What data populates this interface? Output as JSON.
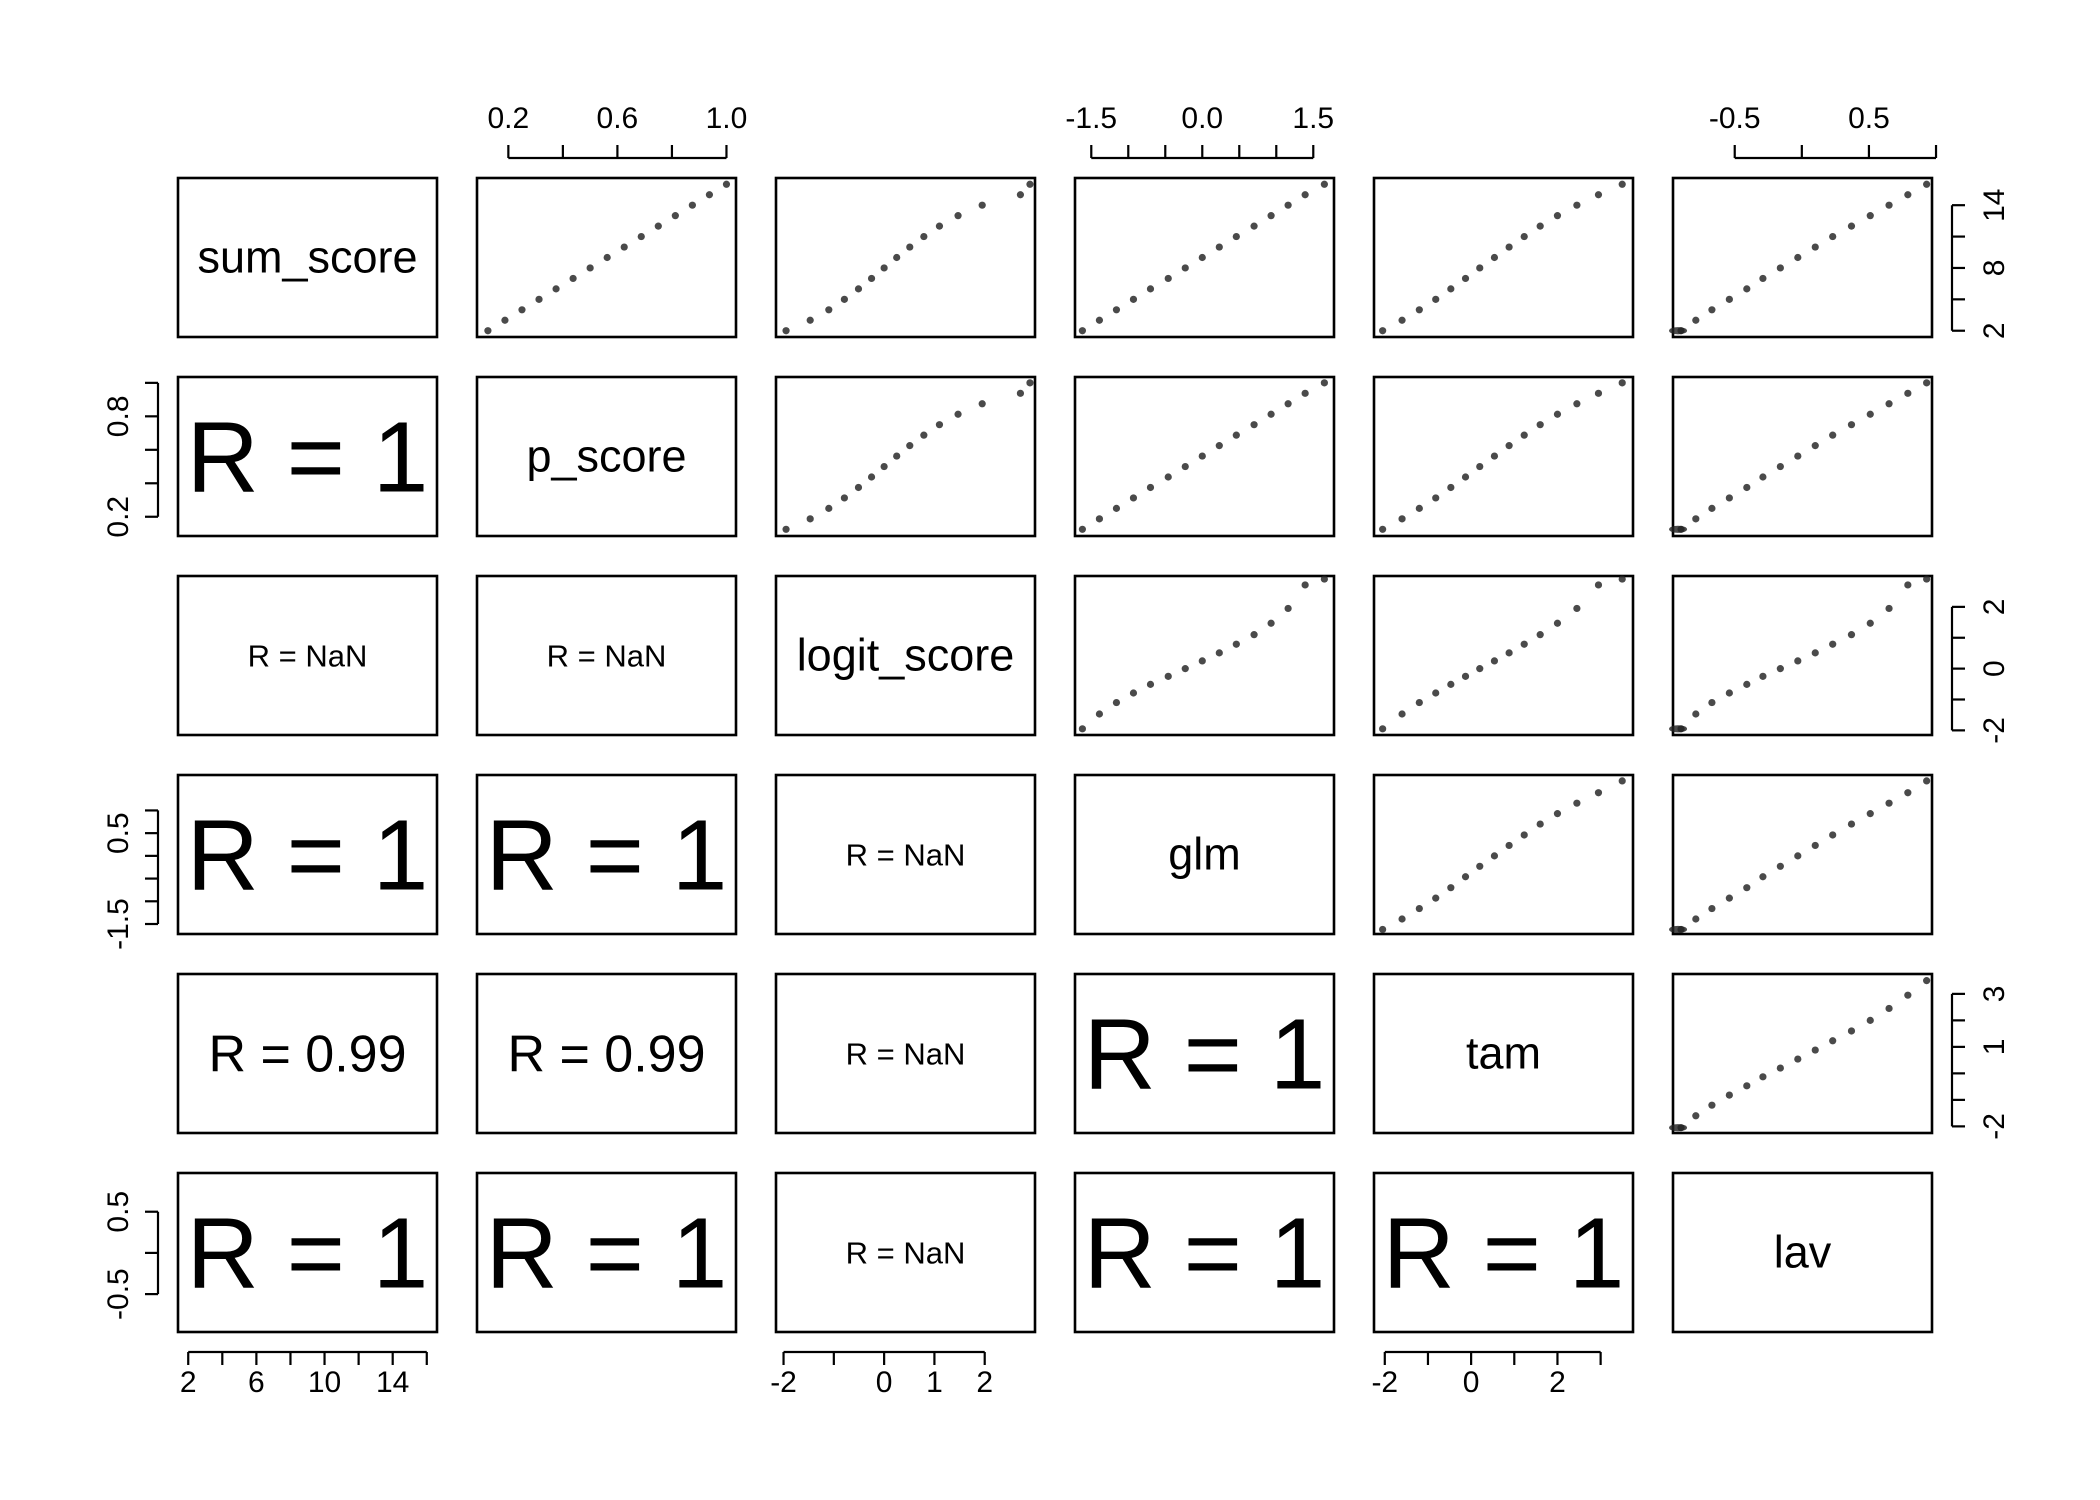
{
  "chart_data": {
    "type": "scatter",
    "kind": "pairs-matrix",
    "variables": [
      "sum_score",
      "p_score",
      "logit_score",
      "glm",
      "tam",
      "lav"
    ],
    "lower_panel_text": [
      {
        "row": 1,
        "col": 0,
        "text": "R = 1",
        "size": "large"
      },
      {
        "row": 2,
        "col": 0,
        "text": "R = NaN",
        "size": "small"
      },
      {
        "row": 2,
        "col": 1,
        "text": "R = NaN",
        "size": "small"
      },
      {
        "row": 3,
        "col": 0,
        "text": "R = 1",
        "size": "large"
      },
      {
        "row": 3,
        "col": 1,
        "text": "R = 1",
        "size": "large"
      },
      {
        "row": 3,
        "col": 2,
        "text": "R = NaN",
        "size": "small"
      },
      {
        "row": 4,
        "col": 0,
        "text": "R = 0.99",
        "size": "medium"
      },
      {
        "row": 4,
        "col": 1,
        "text": "R = 0.99",
        "size": "medium"
      },
      {
        "row": 4,
        "col": 2,
        "text": "R = NaN",
        "size": "small"
      },
      {
        "row": 4,
        "col": 3,
        "text": "R = 1",
        "size": "large"
      },
      {
        "row": 5,
        "col": 0,
        "text": "R = 1",
        "size": "large"
      },
      {
        "row": 5,
        "col": 1,
        "text": "R = 1",
        "size": "large"
      },
      {
        "row": 5,
        "col": 2,
        "text": "R = NaN",
        "size": "small"
      },
      {
        "row": 5,
        "col": 3,
        "text": "R = 1",
        "size": "large"
      },
      {
        "row": 5,
        "col": 4,
        "text": "R = 1",
        "size": "large"
      }
    ],
    "axes": [
      {
        "var": "sum_score",
        "side": "bottom",
        "ticks": [
          2,
          4,
          6,
          8,
          10,
          12,
          14,
          16
        ],
        "labels": [
          "2",
          "",
          "6",
          "",
          "10",
          "",
          "14",
          ""
        ]
      },
      {
        "var": "p_score",
        "side": "top",
        "ticks": [
          0.2,
          0.4,
          0.6,
          0.8,
          1.0
        ],
        "labels": [
          "0.2",
          "",
          "0.6",
          "",
          "1.0"
        ]
      },
      {
        "var": "logit_score",
        "side": "bottom",
        "ticks": [
          -2,
          -1,
          0,
          1,
          2
        ],
        "labels": [
          "-2",
          "",
          "0",
          "1",
          "2"
        ]
      },
      {
        "var": "glm",
        "side": "top",
        "ticks": [
          -1.5,
          -1.0,
          -0.5,
          0.0,
          0.5,
          1.0,
          1.5
        ],
        "labels": [
          "-1.5",
          "",
          "",
          "0.0",
          "",
          "",
          "1.5"
        ]
      },
      {
        "var": "tam",
        "side": "bottom",
        "ticks": [
          -2,
          -1,
          0,
          1,
          2,
          3
        ],
        "labels": [
          "-2",
          "",
          "0",
          "",
          "2",
          ""
        ]
      },
      {
        "var": "lav",
        "side": "top",
        "ticks": [
          -0.5,
          0.0,
          0.5,
          1.0
        ],
        "labels": [
          "-0.5",
          "",
          "0.5",
          ""
        ]
      },
      {
        "var": "sum_score",
        "side": "right",
        "ticks": [
          2,
          5,
          8,
          11,
          14
        ],
        "labels": [
          "2",
          "",
          "8",
          "",
          "14"
        ]
      },
      {
        "var": "p_score",
        "side": "left",
        "ticks": [
          0.2,
          0.4,
          0.6,
          0.8,
          1.0
        ],
        "labels": [
          "0.2",
          "",
          "",
          "0.8",
          ""
        ]
      },
      {
        "var": "logit_score",
        "side": "right",
        "ticks": [
          -2,
          -1,
          0,
          1,
          2
        ],
        "labels": [
          "-2",
          "",
          "0",
          "",
          "2"
        ]
      },
      {
        "var": "glm",
        "side": "left",
        "ticks": [
          -1.5,
          -1.0,
          -0.5,
          0.0,
          0.5,
          1.0
        ],
        "labels": [
          "-1.5",
          "",
          "",
          "",
          "0.5",
          ""
        ]
      },
      {
        "var": "tam",
        "side": "right",
        "ticks": [
          -2,
          -1,
          0,
          1,
          2,
          3
        ],
        "labels": [
          "-2",
          "",
          "",
          "1",
          "",
          "3"
        ]
      },
      {
        "var": "lav",
        "side": "left",
        "ticks": [
          -0.5,
          0.0,
          0.5
        ],
        "labels": [
          "-0.5",
          "",
          "0.5"
        ]
      }
    ],
    "ranges": {
      "sum_score": [
        1.4,
        16.6
      ],
      "p_score": [
        0.085,
        1.035
      ],
      "logit_score": [
        -2.15,
        3.0
      ],
      "glm": [
        -1.72,
        1.78
      ],
      "tam": [
        -2.25,
        3.75
      ],
      "lav": [
        -0.96,
        0.97
      ]
    },
    "points": {
      "sum_score": [
        2,
        3,
        4,
        5,
        6,
        7,
        8,
        9,
        10,
        11,
        12,
        13,
        14,
        15,
        16
      ],
      "p_score": [
        0.125,
        0.1875,
        0.25,
        0.3125,
        0.375,
        0.4375,
        0.5,
        0.5625,
        0.625,
        0.6875,
        0.75,
        0.8125,
        0.875,
        0.9375,
        1.0
      ],
      "logit_score": [
        -1.95,
        -1.47,
        -1.1,
        -0.79,
        -0.51,
        -0.25,
        0.0,
        0.25,
        0.51,
        0.79,
        1.1,
        1.47,
        1.95,
        2.71,
        2.9
      ],
      "glm": [
        -1.62,
        -1.39,
        -1.16,
        -0.93,
        -0.7,
        -0.46,
        -0.23,
        0.0,
        0.23,
        0.46,
        0.7,
        0.93,
        1.16,
        1.39,
        1.65
      ],
      "tam": [
        -2.05,
        -1.6,
        -1.2,
        -0.82,
        -0.47,
        -0.13,
        0.2,
        0.54,
        0.88,
        1.23,
        1.6,
        2.0,
        2.45,
        2.95,
        3.5
      ],
      "lav": [
        -0.9,
        -0.79,
        -0.67,
        -0.54,
        -0.41,
        -0.29,
        -0.16,
        -0.03,
        0.1,
        0.23,
        0.37,
        0.51,
        0.65,
        0.79,
        0.93
      ]
    },
    "grid": false,
    "legend": "none",
    "colors": {
      "points": "#222222",
      "frame": "#000000",
      "background": "#ffffff"
    }
  }
}
